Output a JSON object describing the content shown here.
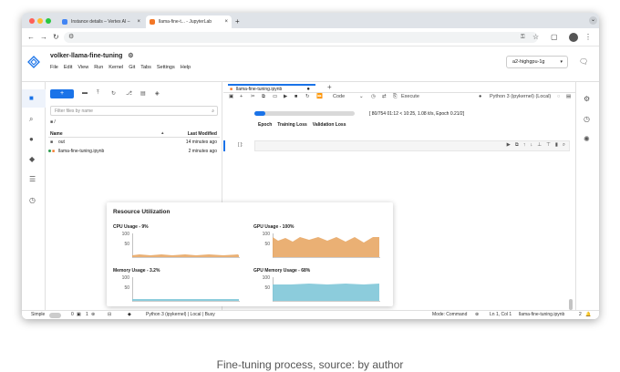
{
  "browser": {
    "tabs": [
      {
        "label": "Instance details – Vertex AI –"
      },
      {
        "label": "llama-fine-t... - JupyterLab"
      }
    ],
    "new_tab": "+"
  },
  "jupyter": {
    "notebook_title": "volker-llama-fine-tuning",
    "menu": [
      "File",
      "Edit",
      "View",
      "Run",
      "Kernel",
      "Git",
      "Tabs",
      "Settings",
      "Help"
    ],
    "machine": "a2-highgpu-1g"
  },
  "filebrowser": {
    "new_button": "+",
    "filter_placeholder": "Filter files by name",
    "path": "/",
    "col_name": "Name",
    "col_modified": "Last Modified",
    "rows": [
      {
        "name": "out",
        "modified": "14 minutes ago"
      },
      {
        "name": "llama-fine-tuning.ipynb",
        "modified": "2 minutes ago"
      }
    ]
  },
  "notebook": {
    "tab_label": "llama-fine-tuning.ipynb",
    "cell_type": "Code",
    "execute_label": "Execute",
    "kernel_label": "Python 3 (ipykernel) (Local)",
    "progress_text": "[ 80/754 01:12 < 10:25, 1.08 it/s, Epoch 0.21/2]",
    "progress_fraction": 0.106,
    "table_headers": [
      "Epoch",
      "Training Loss",
      "Validation Loss"
    ],
    "empty_cell_prompt": "[ ]:"
  },
  "resource": {
    "title": "Resource Utilization",
    "charts": [
      {
        "label": "CPU Usage - 9%",
        "ticks": [
          "100",
          "50"
        ],
        "color": "#e8a765"
      },
      {
        "label": "GPU Usage - 100%",
        "ticks": [
          "100",
          "50"
        ],
        "color": "#e8a765"
      },
      {
        "label": "Memory Usage - 3.2%",
        "ticks": [
          "100",
          "50"
        ],
        "color": "#7fc6d8"
      },
      {
        "label": "GPU Memory Usage - 68%",
        "ticks": [
          "100",
          "50"
        ],
        "color": "#7fc6d8"
      }
    ]
  },
  "statusbar": {
    "simple": "Simple",
    "counts": "0",
    "counts2": "1",
    "kernel": "Python 3 (ipykernel) | Local | Busy",
    "mode": "Mode: Command",
    "position": "Ln 1, Col 1",
    "filename": "llama-fine-tuning.ipynb",
    "bell_count": "2"
  },
  "caption": "Fine-tuning process, source: by author"
}
